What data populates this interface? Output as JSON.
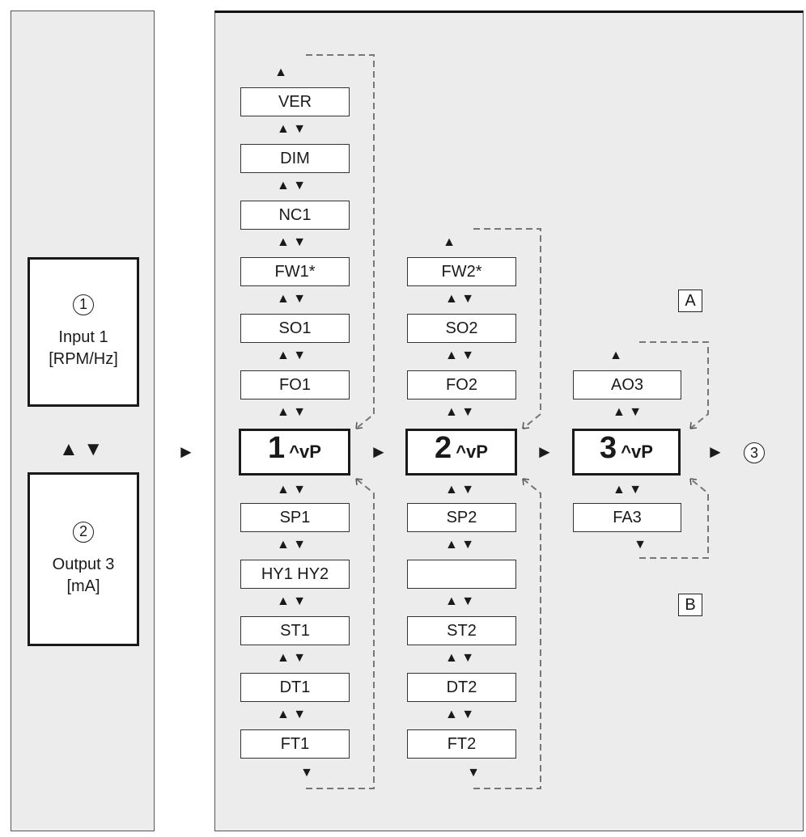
{
  "left": {
    "box1": {
      "marker": "1",
      "line1": "Input 1",
      "line2": "[RPM/Hz]"
    },
    "box2": {
      "marker": "2",
      "line1": "Output 3",
      "line2": "[mA]"
    },
    "arrows": "▲ ▼"
  },
  "flow_arrow": "►",
  "col1": {
    "top_arrow": "▲",
    "above": [
      "VER",
      "DIM",
      "NC1",
      "FW1*",
      "SO1",
      "FO1"
    ],
    "key": {
      "num": "1",
      "suffix": "^vP"
    },
    "below": [
      "SP1",
      "HY1 HY2",
      "ST1",
      "DT1",
      "FT1"
    ],
    "bottom_arrow": "▼"
  },
  "col2": {
    "top_arrow": "▲",
    "above": [
      "FW2*",
      "SO2",
      "FO2"
    ],
    "key": {
      "num": "2",
      "suffix": "^vP"
    },
    "below": [
      "SP2",
      "",
      "ST2",
      "DT2",
      "FT2"
    ],
    "bottom_arrow": "▼"
  },
  "col3": {
    "top_arrow": "▲",
    "above": [
      "AO3"
    ],
    "key": {
      "num": "3",
      "suffix": "^vP"
    },
    "below": [
      "FA3"
    ],
    "bottom_arrow": "▼"
  },
  "updown": "▲ ▼",
  "end_marker": "3",
  "tags": {
    "a": "A",
    "b": "B"
  }
}
